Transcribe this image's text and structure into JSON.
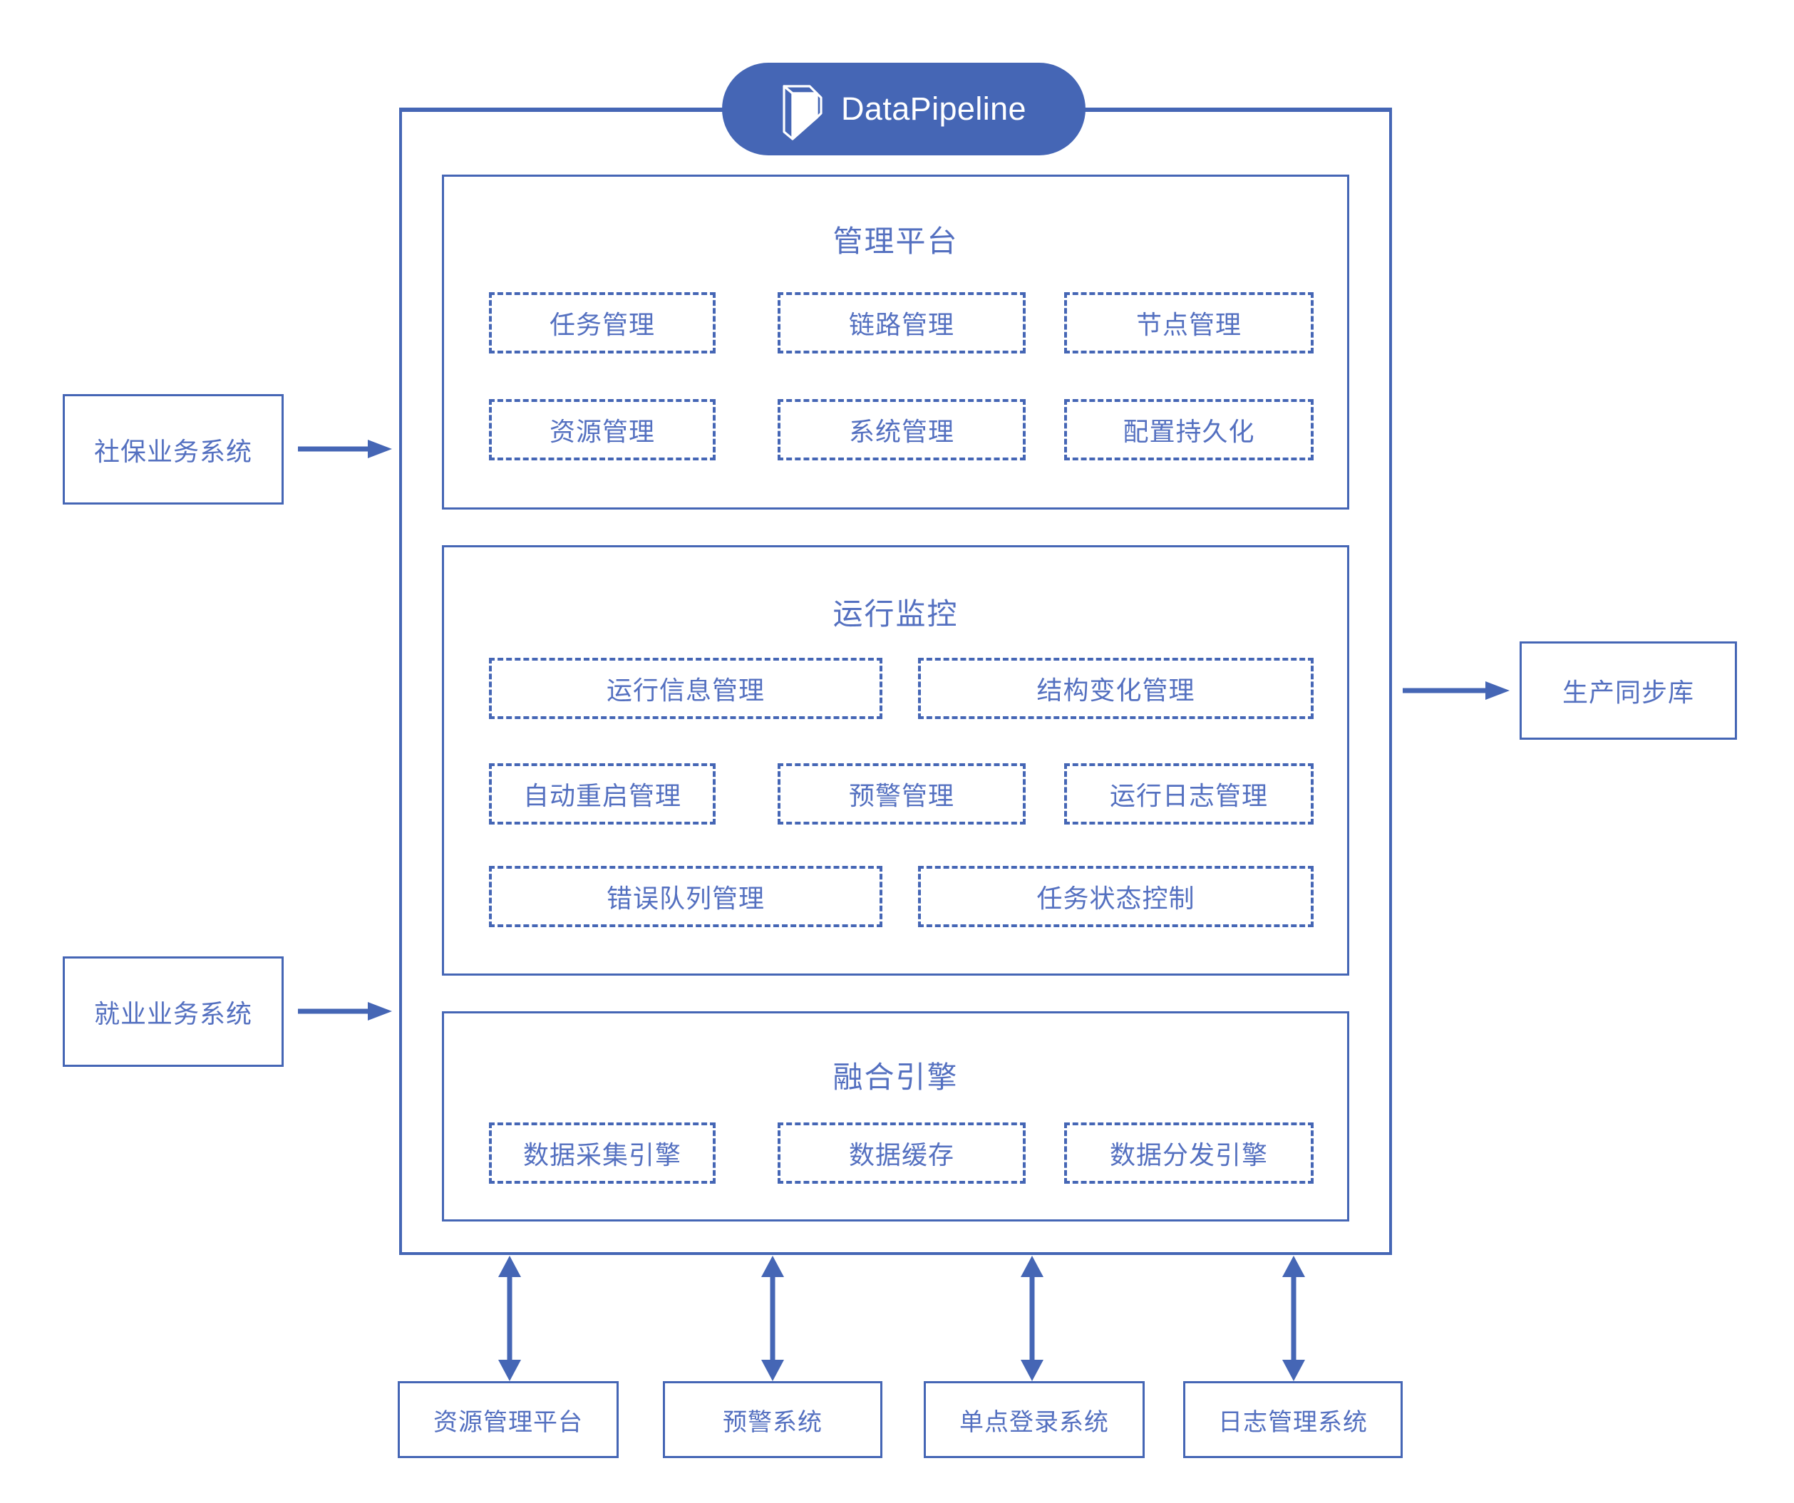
{
  "brand": {
    "name": "DataPipeline",
    "logo_icon": "datapipeline-prism-logo",
    "badge_color": "#4566b5"
  },
  "colors": {
    "primary": "#4566b5",
    "text": "#5470c0",
    "background": "#ffffff"
  },
  "sections": [
    {
      "id": "management-platform",
      "title": "管理平台",
      "modules": [
        {
          "label": "任务管理"
        },
        {
          "label": "链路管理"
        },
        {
          "label": "节点管理"
        },
        {
          "label": "资源管理"
        },
        {
          "label": "系统管理"
        },
        {
          "label": "配置持久化"
        }
      ]
    },
    {
      "id": "runtime-monitoring",
      "title": "运行监控",
      "modules": [
        {
          "label": "运行信息管理"
        },
        {
          "label": "结构变化管理"
        },
        {
          "label": "自动重启管理"
        },
        {
          "label": "预警管理"
        },
        {
          "label": "运行日志管理"
        },
        {
          "label": "错误队列管理"
        },
        {
          "label": "任务状态控制"
        }
      ]
    },
    {
      "id": "fusion-engine",
      "title": "融合引擎",
      "modules": [
        {
          "label": "数据采集引擎"
        },
        {
          "label": "数据缓存"
        },
        {
          "label": "数据分发引擎"
        }
      ]
    }
  ],
  "external": {
    "sources": [
      {
        "label": "社保业务系统"
      },
      {
        "label": "就业业务系统"
      }
    ],
    "targets": [
      {
        "label": "生产同步库"
      }
    ],
    "supporting": [
      {
        "label": "资源管理平台"
      },
      {
        "label": "预警系统"
      },
      {
        "label": "单点登录系统"
      },
      {
        "label": "日志管理系统"
      }
    ]
  },
  "arrows": {
    "source_to_platform": "right-arrow",
    "platform_to_target": "right-arrow",
    "platform_to_supporting": "bidirectional-vertical-arrow"
  }
}
